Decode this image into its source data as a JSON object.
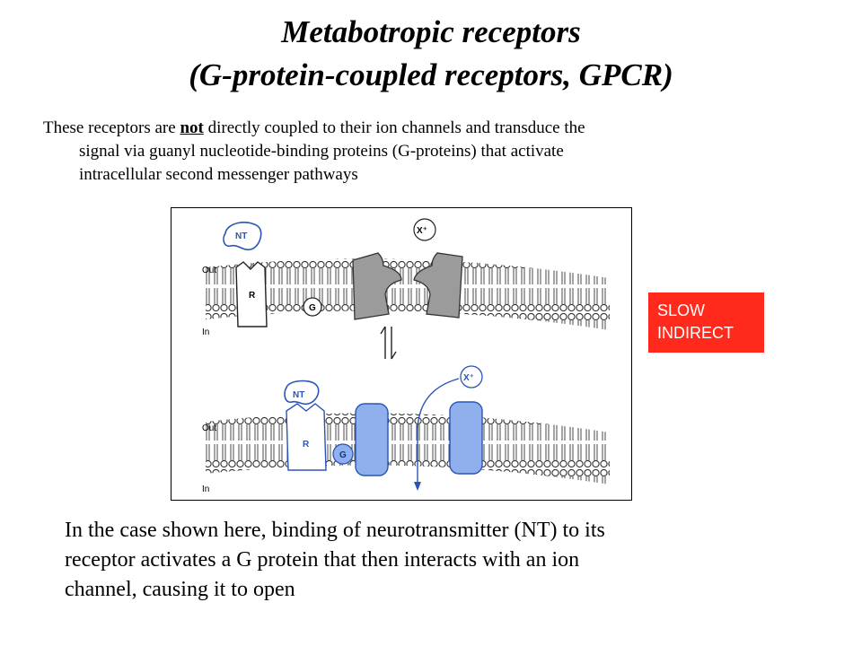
{
  "title": {
    "line1": "Metabotropic receptors",
    "line2": "(G-protein-coupled receptors, GPCR)"
  },
  "intro": {
    "before": "These receptors are ",
    "emphasis": "not",
    "after": " directly coupled to their ion channels and transduce the",
    "line2": "signal via guanyl nucleotide-binding proteins (G-proteins) that activate",
    "line3": "intracellular second messenger pathways"
  },
  "figure": {
    "top": {
      "nt": "NT",
      "receptor": "R",
      "g_protein": "G",
      "ion": "X⁺",
      "out": "Out",
      "in": "In"
    },
    "bottom": {
      "nt": "NT",
      "receptor": "R",
      "g_protein": "G",
      "ion": "X⁺",
      "out": "Out",
      "in": "In"
    },
    "colors": {
      "active": "#8fb0ec",
      "active_stroke": "#2a55b5",
      "closed_channel": "#9b9b9b"
    }
  },
  "badge": {
    "line1": "SLOW",
    "line2": "INDIRECT",
    "color": "#ff2a1c"
  },
  "caption": {
    "line1": "In the case shown here, binding of neurotransmitter (NT) to its",
    "line2": "receptor activates a G protein that then interacts with an ion",
    "line3": "channel, causing it to open"
  }
}
